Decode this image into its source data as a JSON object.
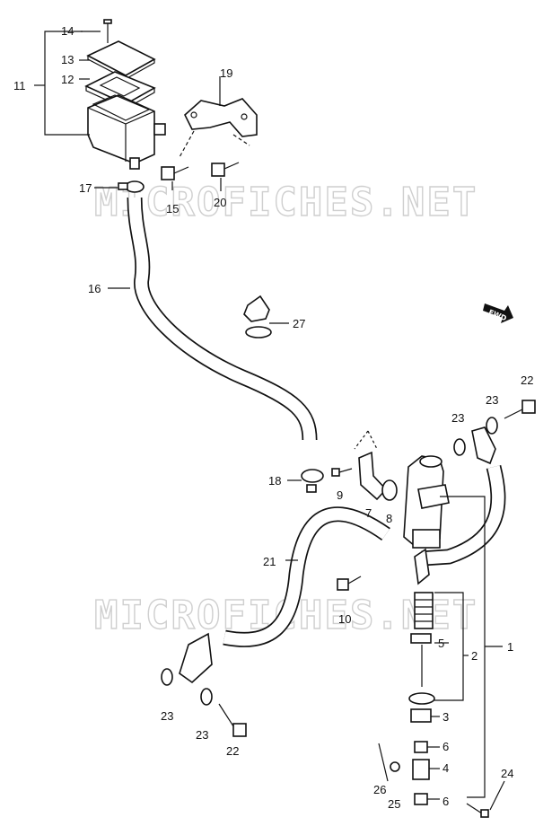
{
  "watermark": "MICROFICHES.NET",
  "fwd_label": "FWD",
  "labels": {
    "p1": "1",
    "p2": "2",
    "p3": "3",
    "p4": "4",
    "p5": "5",
    "p6a": "6",
    "p6b": "6",
    "p7": "7",
    "p8": "8",
    "p9": "9",
    "p10": "10",
    "p11": "11",
    "p12": "12",
    "p13": "13",
    "p14": "14",
    "p15": "15",
    "p16": "16",
    "p17": "17",
    "p18": "18",
    "p19": "19",
    "p20": "20",
    "p21": "21",
    "p22a": "22",
    "p22b": "22",
    "p23a": "23",
    "p23b": "23",
    "p23c": "23",
    "p23d": "23",
    "p24": "24",
    "p25": "25",
    "p26": "26",
    "p27": "27"
  }
}
